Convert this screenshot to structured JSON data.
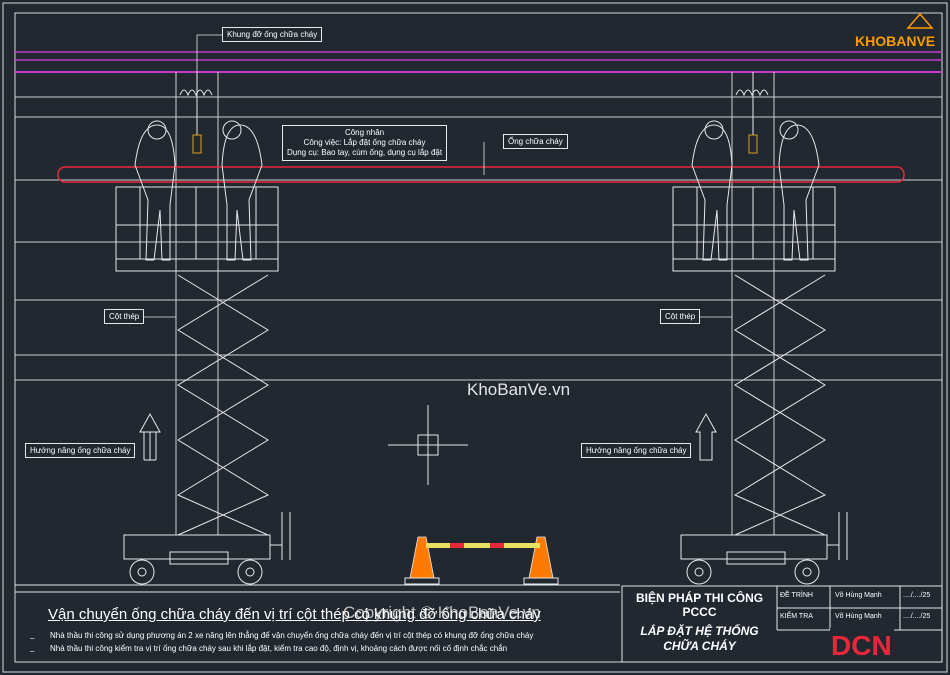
{
  "labels": {
    "pipe_support": "Khung đỡ ống chữa cháy",
    "pipe": "Ống chữa cháy",
    "column_left": "Cột thép",
    "column_right": "Cột thép",
    "lift_dir_left": "Hướng nâng ống chữa cháy",
    "lift_dir_right": "Hướng nâng ống chữa cháy"
  },
  "worker_box": {
    "line1": "Công nhân",
    "line2": "Công việc: Lắp đặt ống chữa cháy",
    "line3": "Dụng cụ: Bao tay, cùm ống, dụng cụ lắp đặt"
  },
  "footer": {
    "title": "Vận chuyển ống chữa cháy đến vị trí cột thép có khung đỡ ống chữa cháy",
    "note1": "Nhà thầu thi công sử dụng phương án 2 xe nâng lên thẳng để vận chuyển ống chữa cháy đến vị trí cột thép có khung đỡ ống chữa cháy",
    "note2": "Nhà thầu thi công kiểm tra vị trí ống chữa cháy sau khi lắp đặt, kiểm tra cao độ, định vị, khoảng cách được nối cố định chắc chắn"
  },
  "title_block": {
    "heading": "BIỆN PHÁP THI CÔNG PCCC",
    "subheading": "LẮP ĐẶT HỆ THỐNG CHỮA CHÁY",
    "row1_label": "ĐỀ TRÌNH",
    "row1_name": "Võ Hùng Mạnh",
    "row1_date": "..../..../25",
    "row2_label": "KIỂM TRA",
    "row2_name": "Võ Hùng Mạnh",
    "row2_date": "..../..../25",
    "company_logo": "DCN"
  },
  "watermark": {
    "logo": "KHOBANVE",
    "center": "KhoBanVe.vn",
    "copyright": "Copyright © KhoBanVe.vn"
  },
  "colors": {
    "background": "#212830",
    "line": "#e8e8e8",
    "magenta": "#c03cc8",
    "pipe_red": "#e8283a",
    "cone_orange": "#ff7a00",
    "logo_red": "#e8283a"
  }
}
